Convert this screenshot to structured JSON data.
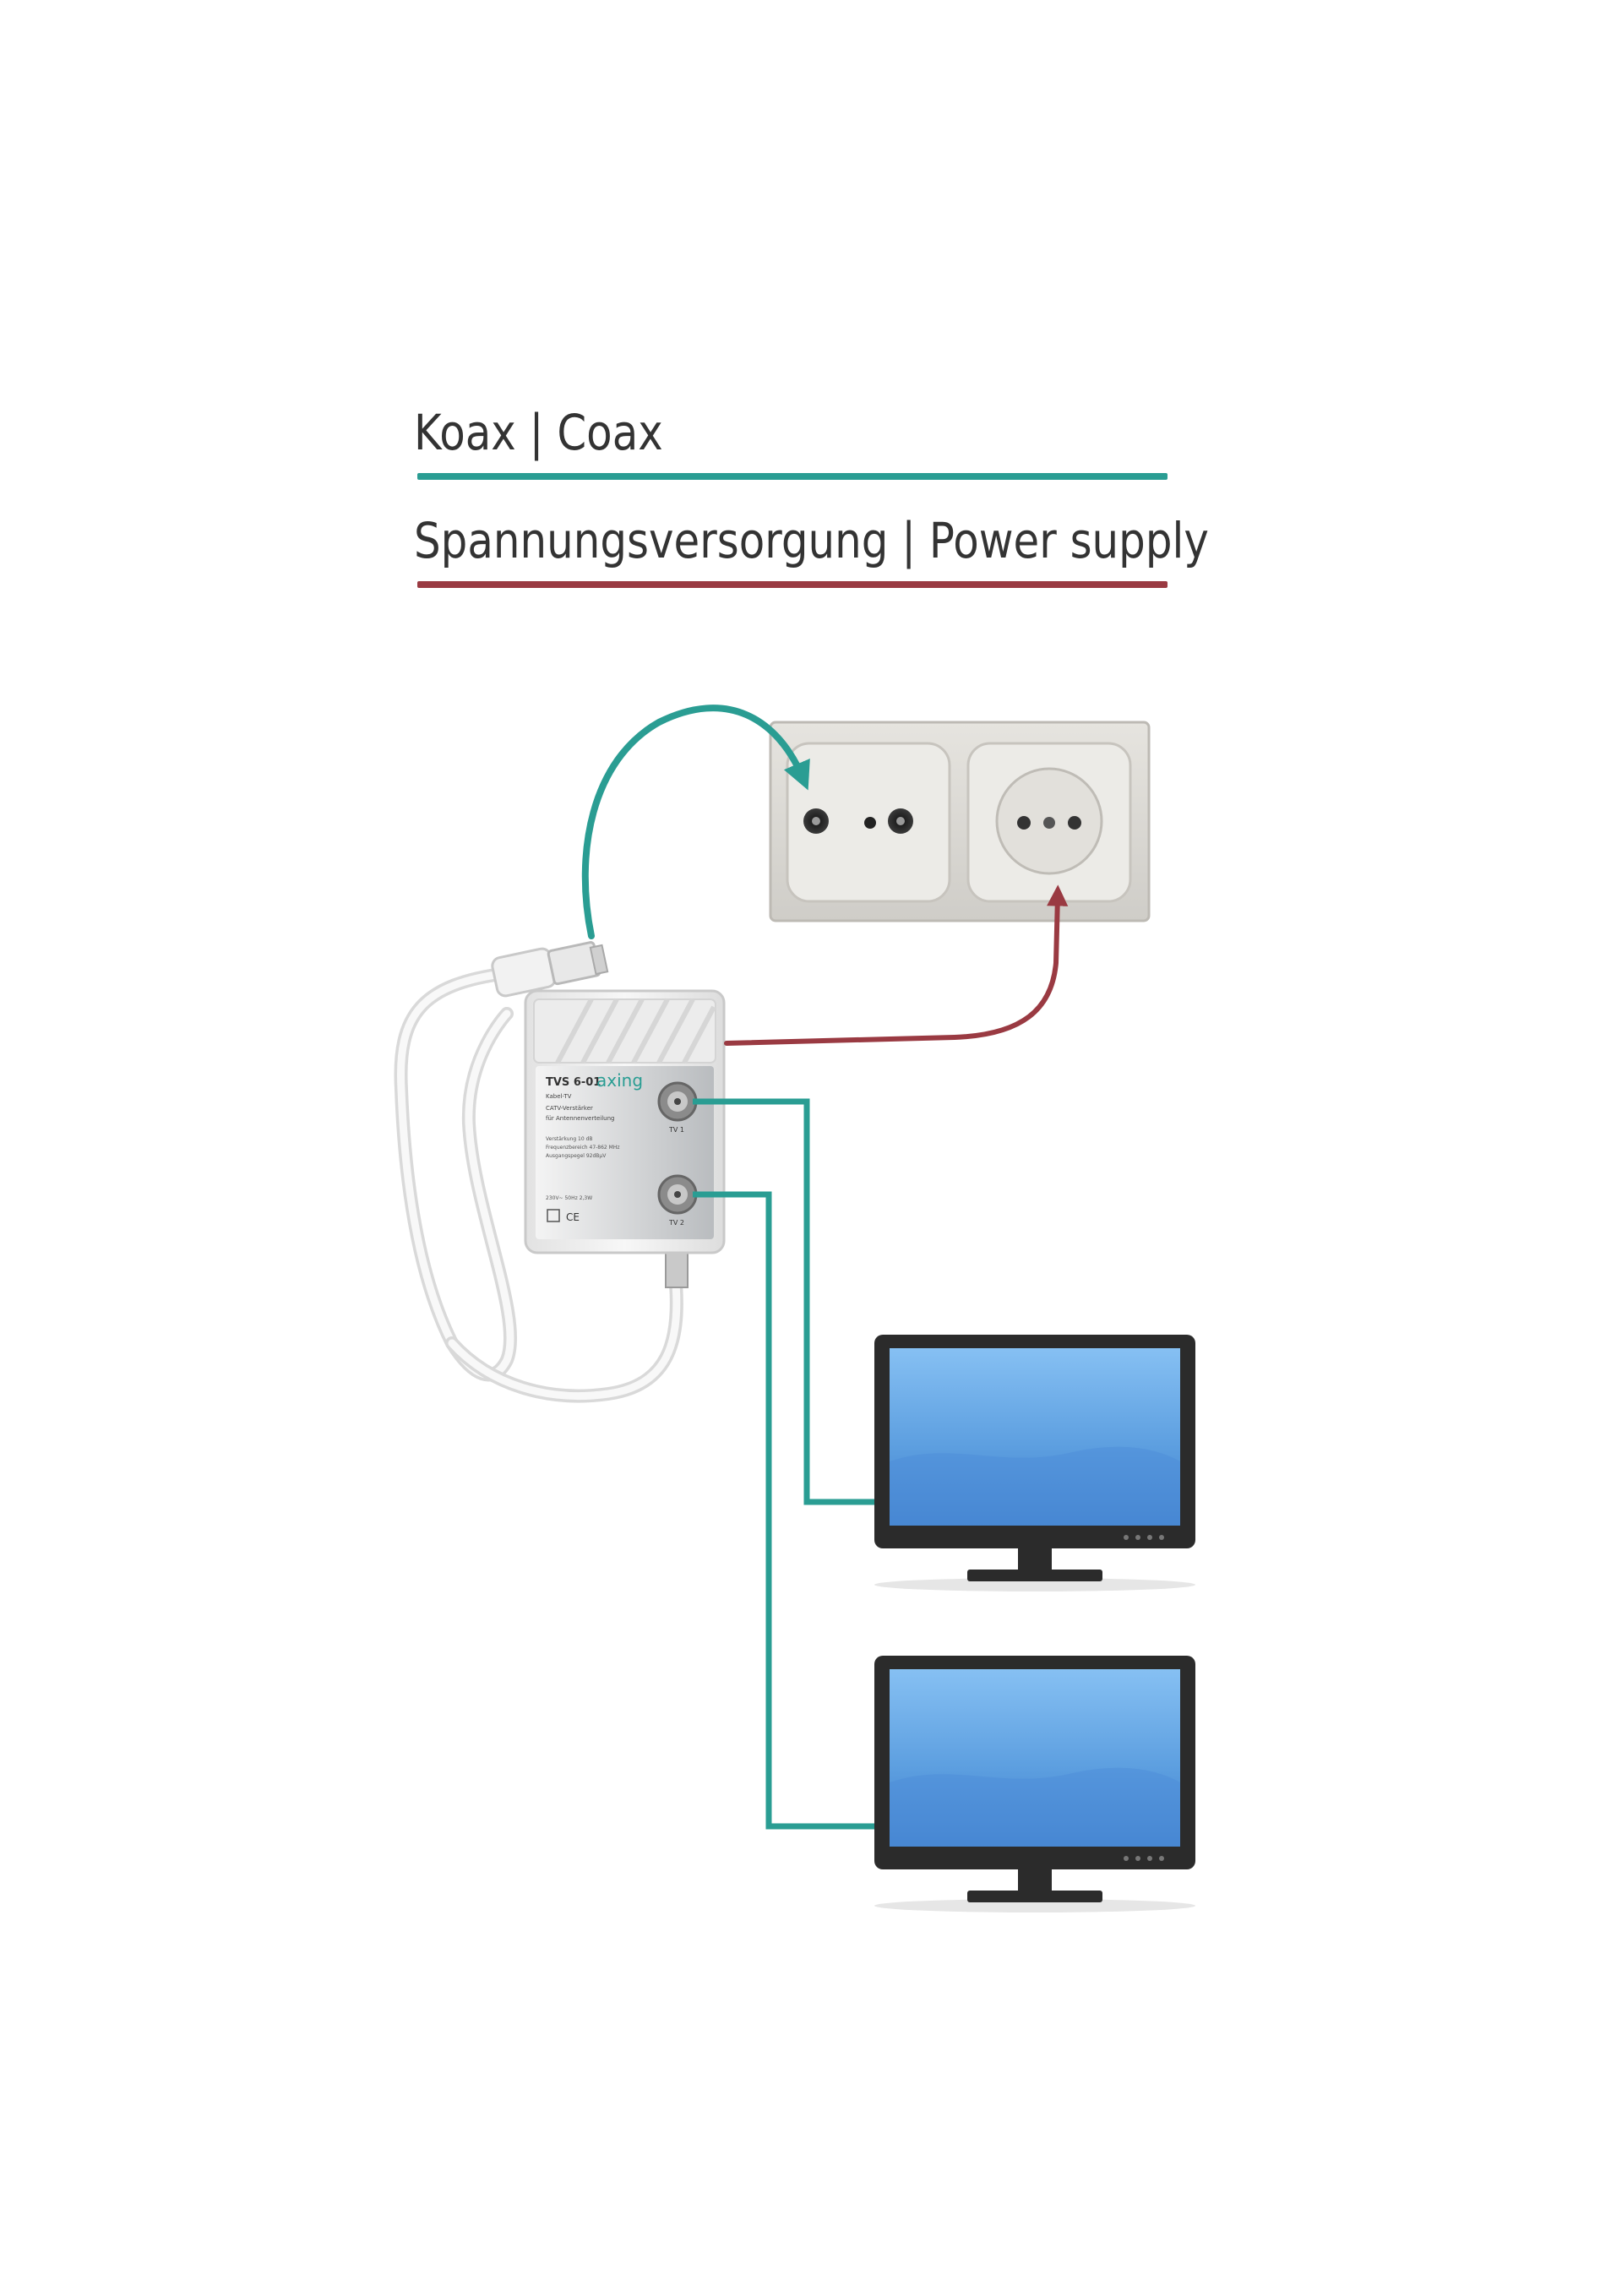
{
  "legend": {
    "coax_label": "Koax | Coax",
    "power_label": "Spannungsversorgung | Power supply"
  },
  "colors": {
    "coax": "#2a9d93",
    "power": "#9a3a42",
    "screen": "#5d9fe0",
    "tv_frame": "#2b2b2b",
    "plate": "#dad8d3",
    "device": "#eeeeee"
  },
  "device": {
    "model": "TVS 6-01",
    "brand": "axing",
    "line1": "Kabel-TV",
    "line2": "CATV-Verstärker",
    "line3": "für Antennenverteilung",
    "spec1": "Verstärkung    10 dB",
    "spec2": "Frequenzbereich  47-862 MHz",
    "spec3": "Ausgangspegel  92dBµV",
    "port1": "TV 1",
    "port2": "TV 2",
    "footer": "230V~ 50Hz 2,3W",
    "mark": "CE"
  },
  "wall_plate": {
    "left_socket": "antenna-socket",
    "right_socket": "power-socket"
  },
  "tvs": [
    {
      "name": "tv-1"
    },
    {
      "name": "tv-2"
    }
  ]
}
